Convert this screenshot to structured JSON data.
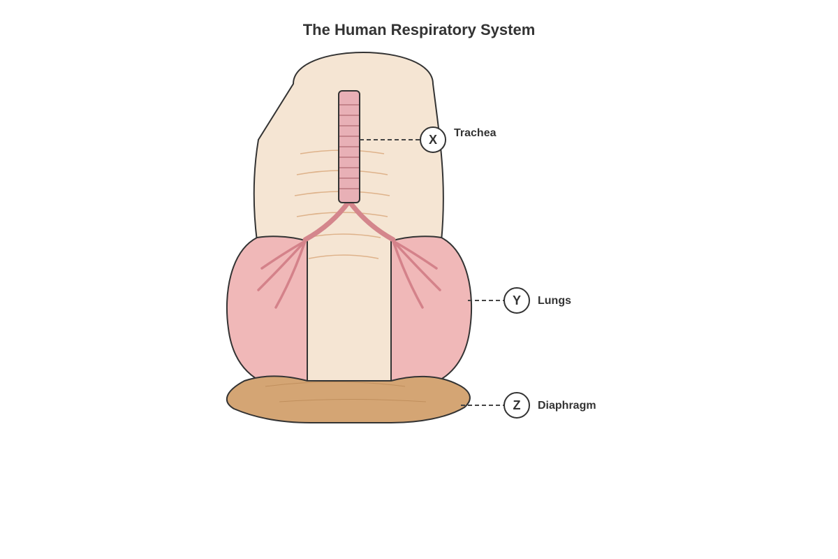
{
  "title": "The Human Respiratory System",
  "colors": {
    "torso": "#f5e5d3",
    "lung": "#f0b8b8",
    "trachea": "#e8b0b6",
    "diaphragm": "#d4a574",
    "outline": "#333333"
  },
  "markers": [
    {
      "letter": "X",
      "label": "Trachea"
    },
    {
      "letter": "Y",
      "label": "Lungs"
    },
    {
      "letter": "Z",
      "label": "Diaphragm"
    }
  ]
}
